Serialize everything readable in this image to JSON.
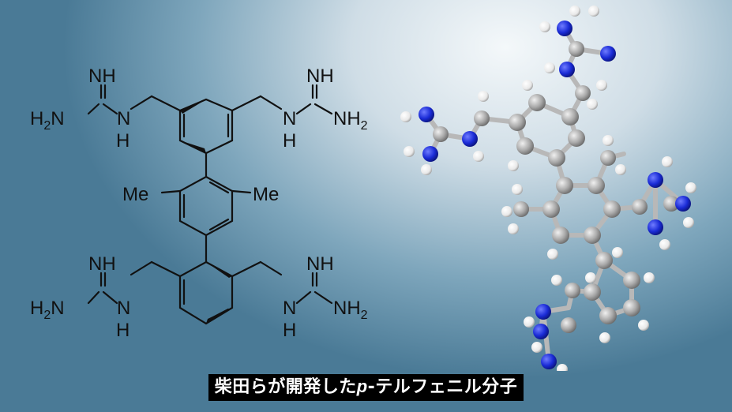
{
  "structure": {
    "methyl_left": "Me",
    "methyl_right": "Me",
    "guanidine_imine": "NH",
    "guanidine_amine_h2n": "H2N",
    "guanidine_amine_nh2": "NH2",
    "guanidine_link_n": "N",
    "guanidine_link_h": "H"
  },
  "subtitle": {
    "prefix": "柴田らが開発した",
    "italic": "p",
    "suffix": "-テルフェニル分子"
  },
  "colors": {
    "nitrogen": "#1a2bd6",
    "carbon": "#a8a8a8",
    "hydrogen": "#f4f4f4",
    "bond": "#b0b0b0"
  }
}
